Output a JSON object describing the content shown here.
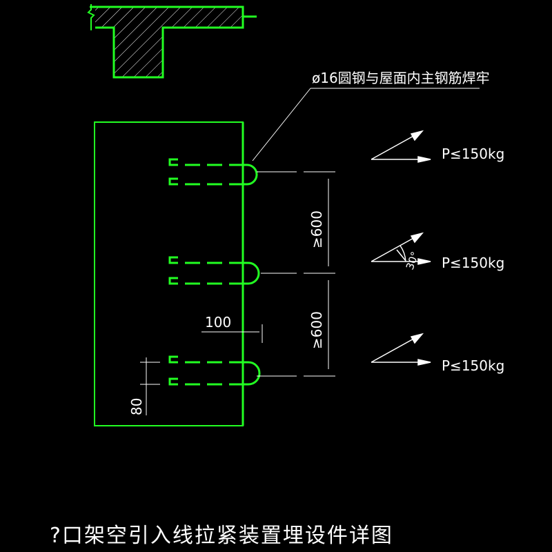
{
  "drawing": {
    "title": "?口架空引入线拉紧装置埋设件详图",
    "note_label": "ø16圆钢与屋面内主钢筋焊牢",
    "load_labels": [
      "P≤150kg",
      "P≤150kg",
      "P≤150kg"
    ],
    "dimensions": {
      "spacing_top": "≥600",
      "spacing_bottom": "≥600",
      "offset": "100",
      "gap": "80"
    },
    "angle_label": "30°",
    "colors": {
      "background": "#000000",
      "outline": "#22ff22",
      "annotation": "#ffffff"
    }
  }
}
